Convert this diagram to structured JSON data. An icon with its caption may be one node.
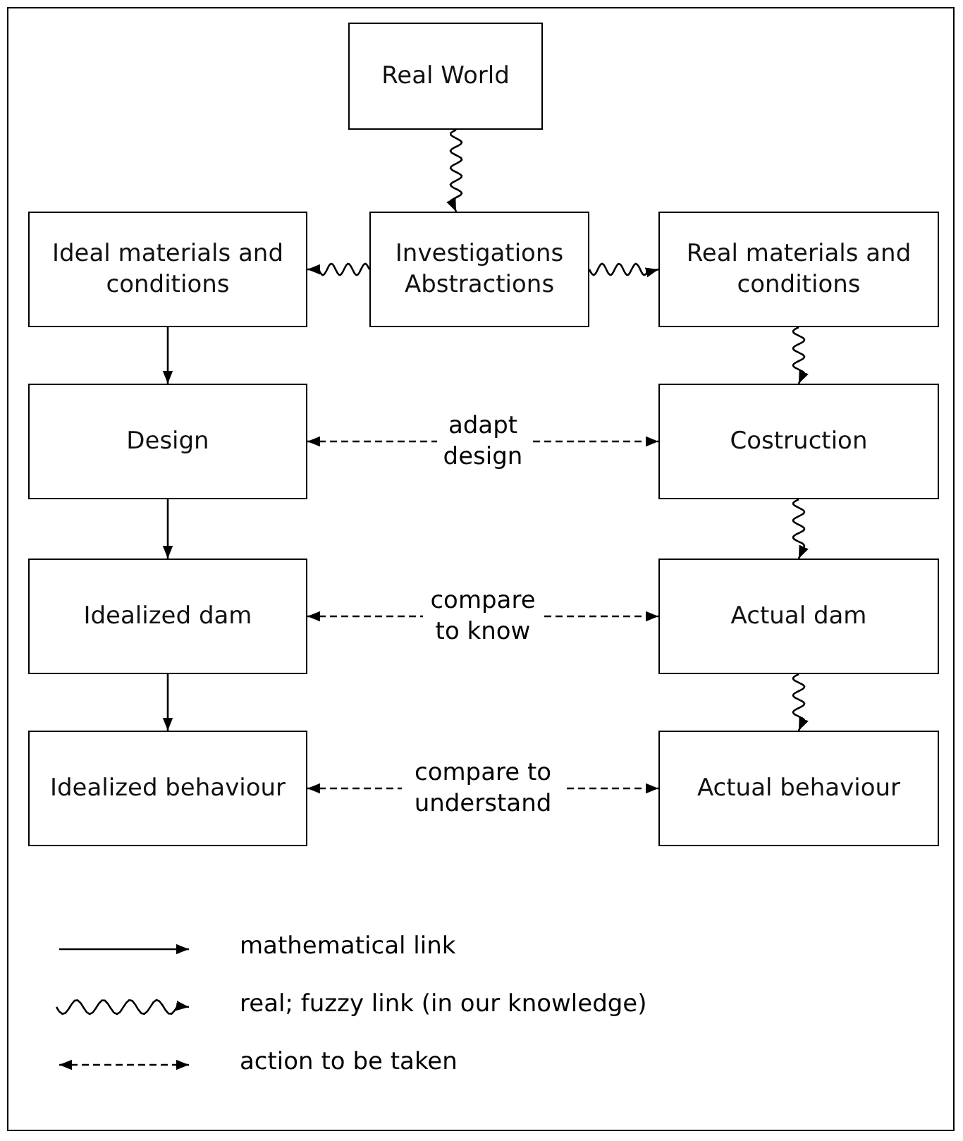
{
  "diagram": {
    "nodes": [
      {
        "text": [
          "Real World"
        ]
      },
      {
        "text": [
          "Ideal materials and conditions"
        ]
      },
      {
        "text": [
          "Investigations Abstractions"
        ]
      },
      {
        "text": [
          "Real materials and conditions"
        ]
      },
      {
        "text": [
          "Design"
        ]
      },
      {
        "text": [
          "Costruction"
        ]
      },
      {
        "text": [
          "Idealized dam"
        ]
      },
      {
        "text": [
          "Actual dam"
        ]
      },
      {
        "text": [
          "Idealized behaviour"
        ]
      },
      {
        "text": [
          "Actual behaviour"
        ]
      }
    ],
    "edges": [
      {
        "from": 0,
        "to": 2,
        "arrow": "to"
      },
      {
        "from": 2,
        "to": 1,
        "arrow": "to"
      },
      {
        "from": 2,
        "to": 3,
        "arrow": "to"
      },
      {
        "from": 1,
        "to": 4,
        "arrow": "to"
      },
      {
        "from": 3,
        "to": 5,
        "arrow": "to"
      },
      {
        "from": 4,
        "to": 5,
        "arrow": "both",
        "style": "dashed",
        "label": "adapt design"
      },
      {
        "from": 4,
        "to": 6,
        "arrow": "to"
      },
      {
        "from": 5,
        "to": 7,
        "arrow": "to"
      },
      {
        "from": 6,
        "to": 7,
        "arrow": "both",
        "style": "dashed",
        "label": "compare to know"
      },
      {
        "from": 6,
        "to": 8,
        "arrow": "to"
      },
      {
        "from": 7,
        "to": 9,
        "arrow": "to"
      },
      {
        "from": 8,
        "to": 9,
        "arrow": "both",
        "style": "dashed",
        "label": "compare to understand"
      }
    ],
    "legend": [
      {
        "text": "mathematical link"
      },
      {
        "text": "real; fuzzy link (in our knowledge)"
      },
      {
        "text": "action to be taken"
      }
    ]
  }
}
